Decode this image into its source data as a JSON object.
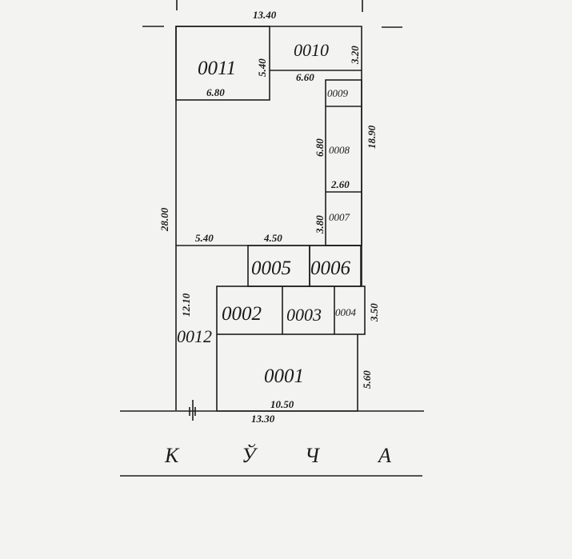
{
  "rooms": {
    "r0001": "0001",
    "r0002": "0002",
    "r0003": "0003",
    "r0004": "0004",
    "r0005": "0005",
    "r0006": "0006",
    "r0007": "0007",
    "r0008": "0008",
    "r0009": "0009",
    "r0010": "0010",
    "r0011": "0011",
    "r0012": "0012"
  },
  "dimensions": {
    "top_width": "13.40",
    "d0011_height": "5.40",
    "d0011_width": "6.80",
    "d0010_height": "3.20",
    "d0010_width": "6.60",
    "right_height": "18.90",
    "d0008_height": "6.80",
    "d0008_width": "2.60",
    "d0007_height": "3.80",
    "left_height": "28.00",
    "mid_left": "5.40",
    "mid_right": "4.50",
    "d0012_height": "12.10",
    "d0004_height": "3.50",
    "d0001_height": "5.60",
    "d0001_width": "10.50",
    "front_width": "13.30"
  },
  "street": {
    "letters": [
      "К",
      "Ў",
      "Ч",
      "А"
    ]
  }
}
